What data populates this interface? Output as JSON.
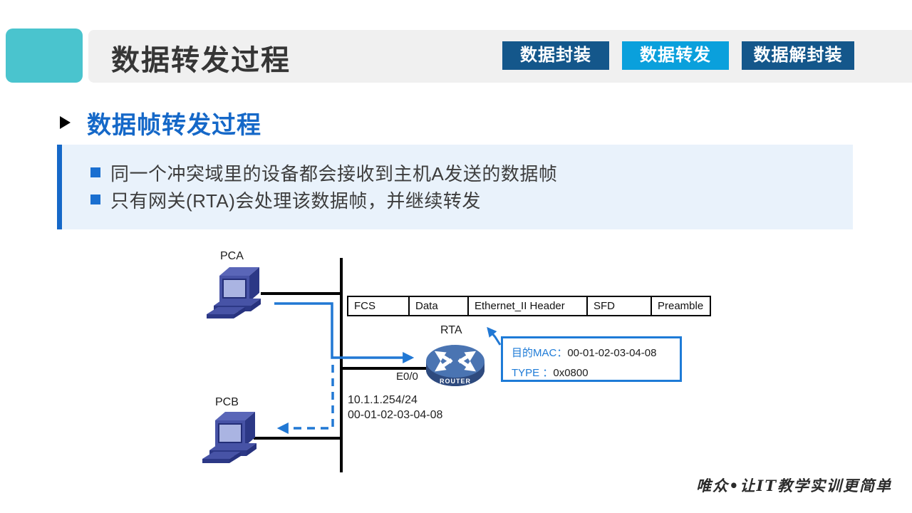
{
  "header": {
    "title": "数据转发过程",
    "tabs": [
      {
        "label": "数据封装",
        "active": false
      },
      {
        "label": "数据转发",
        "active": true
      },
      {
        "label": "数据解封装",
        "active": false
      }
    ]
  },
  "section": {
    "heading": "数据帧转发过程",
    "bullets": [
      "同一个冲突域里的设备都会接收到主机A发送的数据帧",
      "只有网关(RTA)会处理该数据帧，并继续转发"
    ]
  },
  "diagram": {
    "pca_label": "PCA",
    "pcb_label": "PCB",
    "rta_label": "RTA",
    "router_text": "ROUTER",
    "interface_label": "E0/0",
    "ip_label": "10.1.1.254/24",
    "mac_label": "00-01-02-03-04-08",
    "frame_fields": [
      "FCS",
      "Data",
      "Ethernet_II Header",
      "SFD",
      "Preamble"
    ],
    "callout": {
      "dst_mac_label": "目的MAC：",
      "dst_mac_value": "00-01-02-03-04-08",
      "type_label": "TYPE ：",
      "type_value": "0x0800"
    }
  },
  "footer": {
    "slogan": "唯众•让IT教学实训更简单"
  },
  "colors": {
    "accent_teal": "#4ac4ce",
    "header_bar_gray": "#f0f0f0",
    "tab_dark_blue": "#14578b",
    "tab_active_blue": "#0aa0dc",
    "heading_blue": "#1568c8",
    "panel_bg": "#e9f2fb",
    "arrow_blue": "#2178d4",
    "router_top_blue": "#4a74b2",
    "router_side_navy": "#2e4a7e",
    "pc_front_blue": "#4753a6"
  }
}
